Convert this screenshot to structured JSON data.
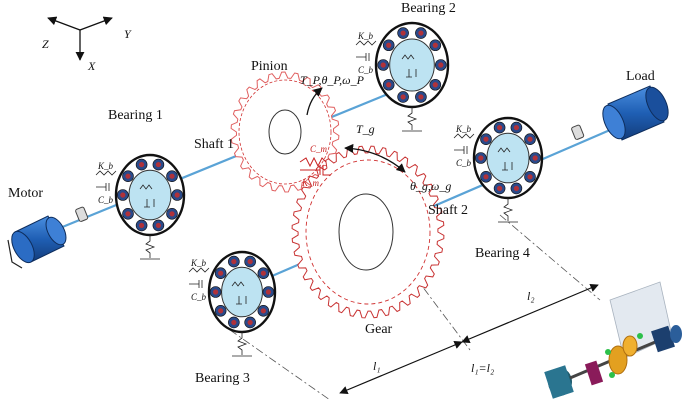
{
  "labels": {
    "motor": "Motor",
    "load": "Load",
    "pinion": "Pinion",
    "gear": "Gear",
    "shaft1": "Shaft 1",
    "shaft2": "Shaft 2",
    "bearing1": "Bearing 1",
    "bearing2": "Bearing 2",
    "bearing3": "Bearing 3",
    "bearing4": "Bearing 4",
    "pinion_dyn": "T_P,θ_P,ω_P",
    "gear_dyn": "θ_g,ω_g",
    "torque_g": "T_g",
    "mesh_c": "C_m",
    "mesh_k": "K_m",
    "kb": "K_b",
    "cb": "C_b",
    "l1": "l₁",
    "l2": "l₂",
    "l_eq": "l₁=l₂"
  },
  "axes": {
    "x": "X",
    "y": "Y",
    "z": "Z"
  },
  "colors": {
    "shaft": "#5aa3d6",
    "blue_body": "#1f5fb4",
    "pinion_outline": "#e06060",
    "gear_outline": "#c83232",
    "gear_dash": "#d03030",
    "bearing_cage": "#bde3f2",
    "ball_red": "#b0323a",
    "ball_blue": "#2a4a8a"
  },
  "icons": {
    "motor": "motor-icon",
    "load": "load-icon",
    "coupling": "coupling-icon",
    "spring": "spring-icon",
    "damper": "damper-icon",
    "thumbnail": "gearbox-3d-thumbnail"
  }
}
